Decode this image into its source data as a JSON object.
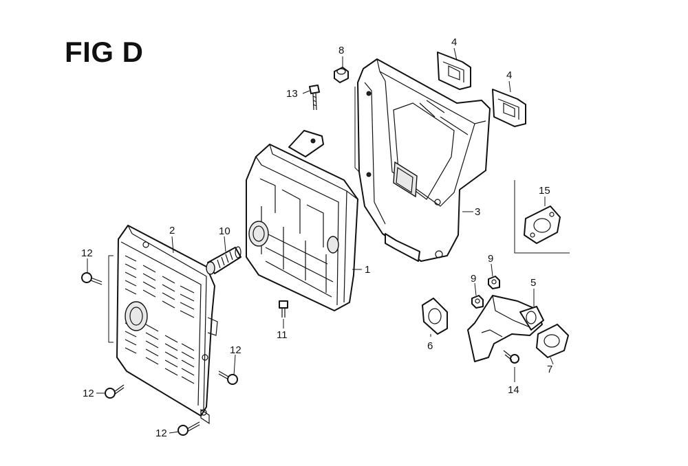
{
  "figure": {
    "title": "FIG D"
  },
  "callouts": {
    "c1": "1",
    "c2": "2",
    "c3": "3",
    "c4a": "4",
    "c4b": "4",
    "c5": "5",
    "c6": "6",
    "c7": "7",
    "c8": "8",
    "c9a": "9",
    "c9b": "9",
    "c10": "10",
    "c11": "11",
    "c12a": "12",
    "c12b": "12",
    "c12c": "12",
    "c12d": "12",
    "c13": "13",
    "c14": "14",
    "c15": "15"
  }
}
